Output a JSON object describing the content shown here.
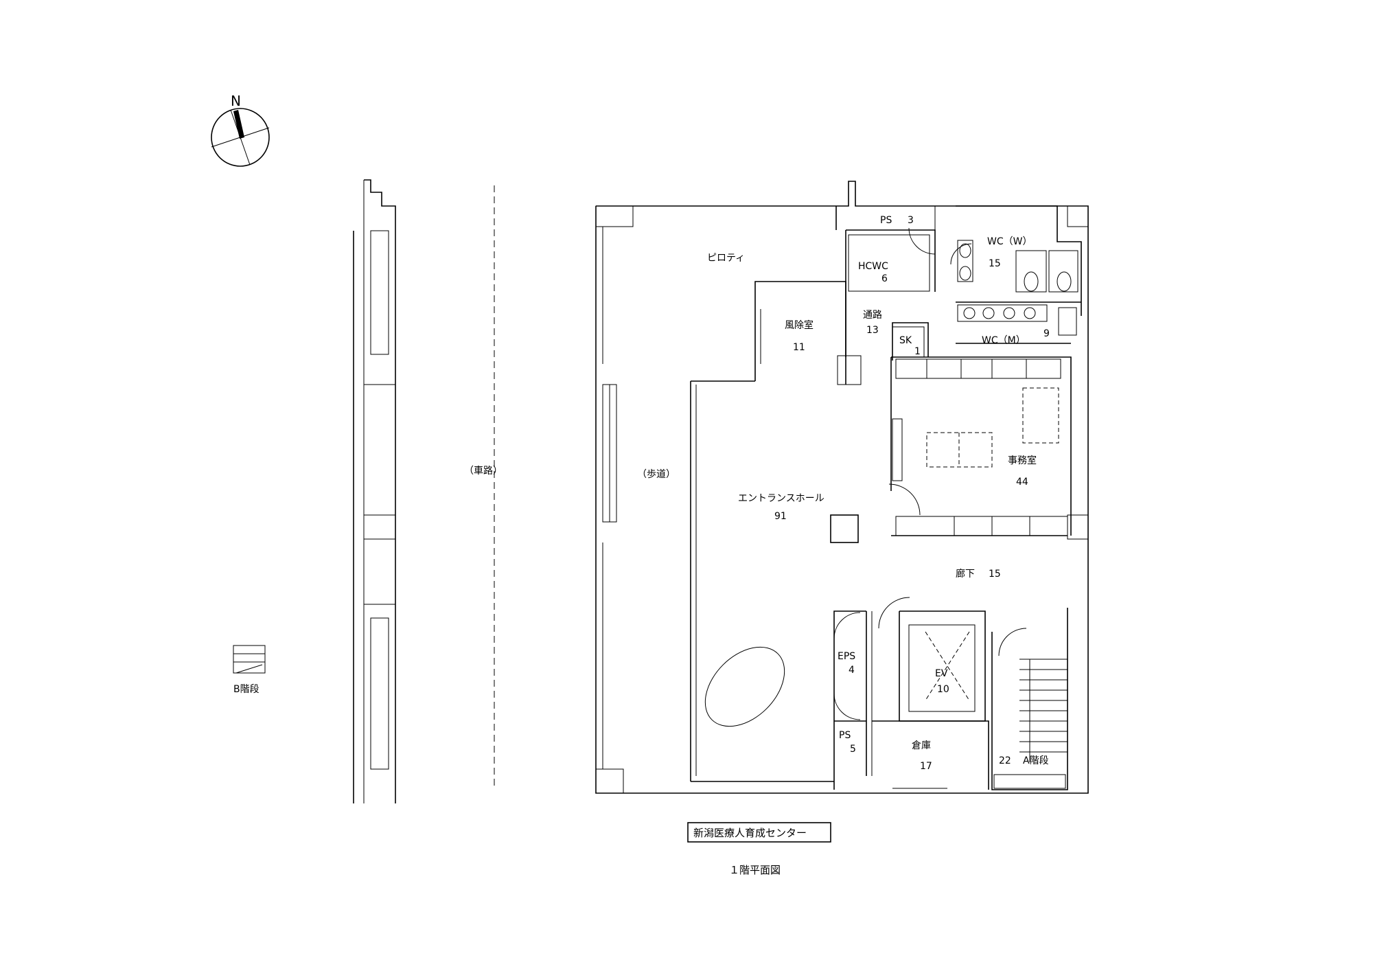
{
  "north_label": "N",
  "rooms": {
    "piloti": {
      "name": "ピロティ",
      "area": ""
    },
    "ps_top": {
      "name": "PS",
      "area": "3"
    },
    "hcwc": {
      "name": "HCWC",
      "area": "6"
    },
    "wc_w": {
      "name": "WC（W）",
      "area": "15"
    },
    "wc_m": {
      "name": "WC（M）",
      "area": "9"
    },
    "fuujo": {
      "name": "風除室",
      "area": "11"
    },
    "tsuuro": {
      "name": "通路",
      "area": "13"
    },
    "sk": {
      "name": "SK",
      "area": "1"
    },
    "jimu": {
      "name": "事務室",
      "area": "44"
    },
    "entrance": {
      "name": "エントランスホール",
      "area": "91"
    },
    "rouka": {
      "name": "廊下",
      "area": "15"
    },
    "eps": {
      "name": "EPS",
      "area": "4"
    },
    "ev": {
      "name": "EV",
      "area": "10"
    },
    "ps_bot": {
      "name": "PS",
      "area": "5"
    },
    "souko": {
      "name": "倉庫",
      "area": "17"
    },
    "a_stair": {
      "name": "A階段",
      "area": "22"
    }
  },
  "labels": {
    "sharo": "（車路）",
    "hodou": "（歩道）",
    "b_stair": "B階段"
  },
  "title_box": "新潟医療人育成センター",
  "subtitle": "１階平面図"
}
